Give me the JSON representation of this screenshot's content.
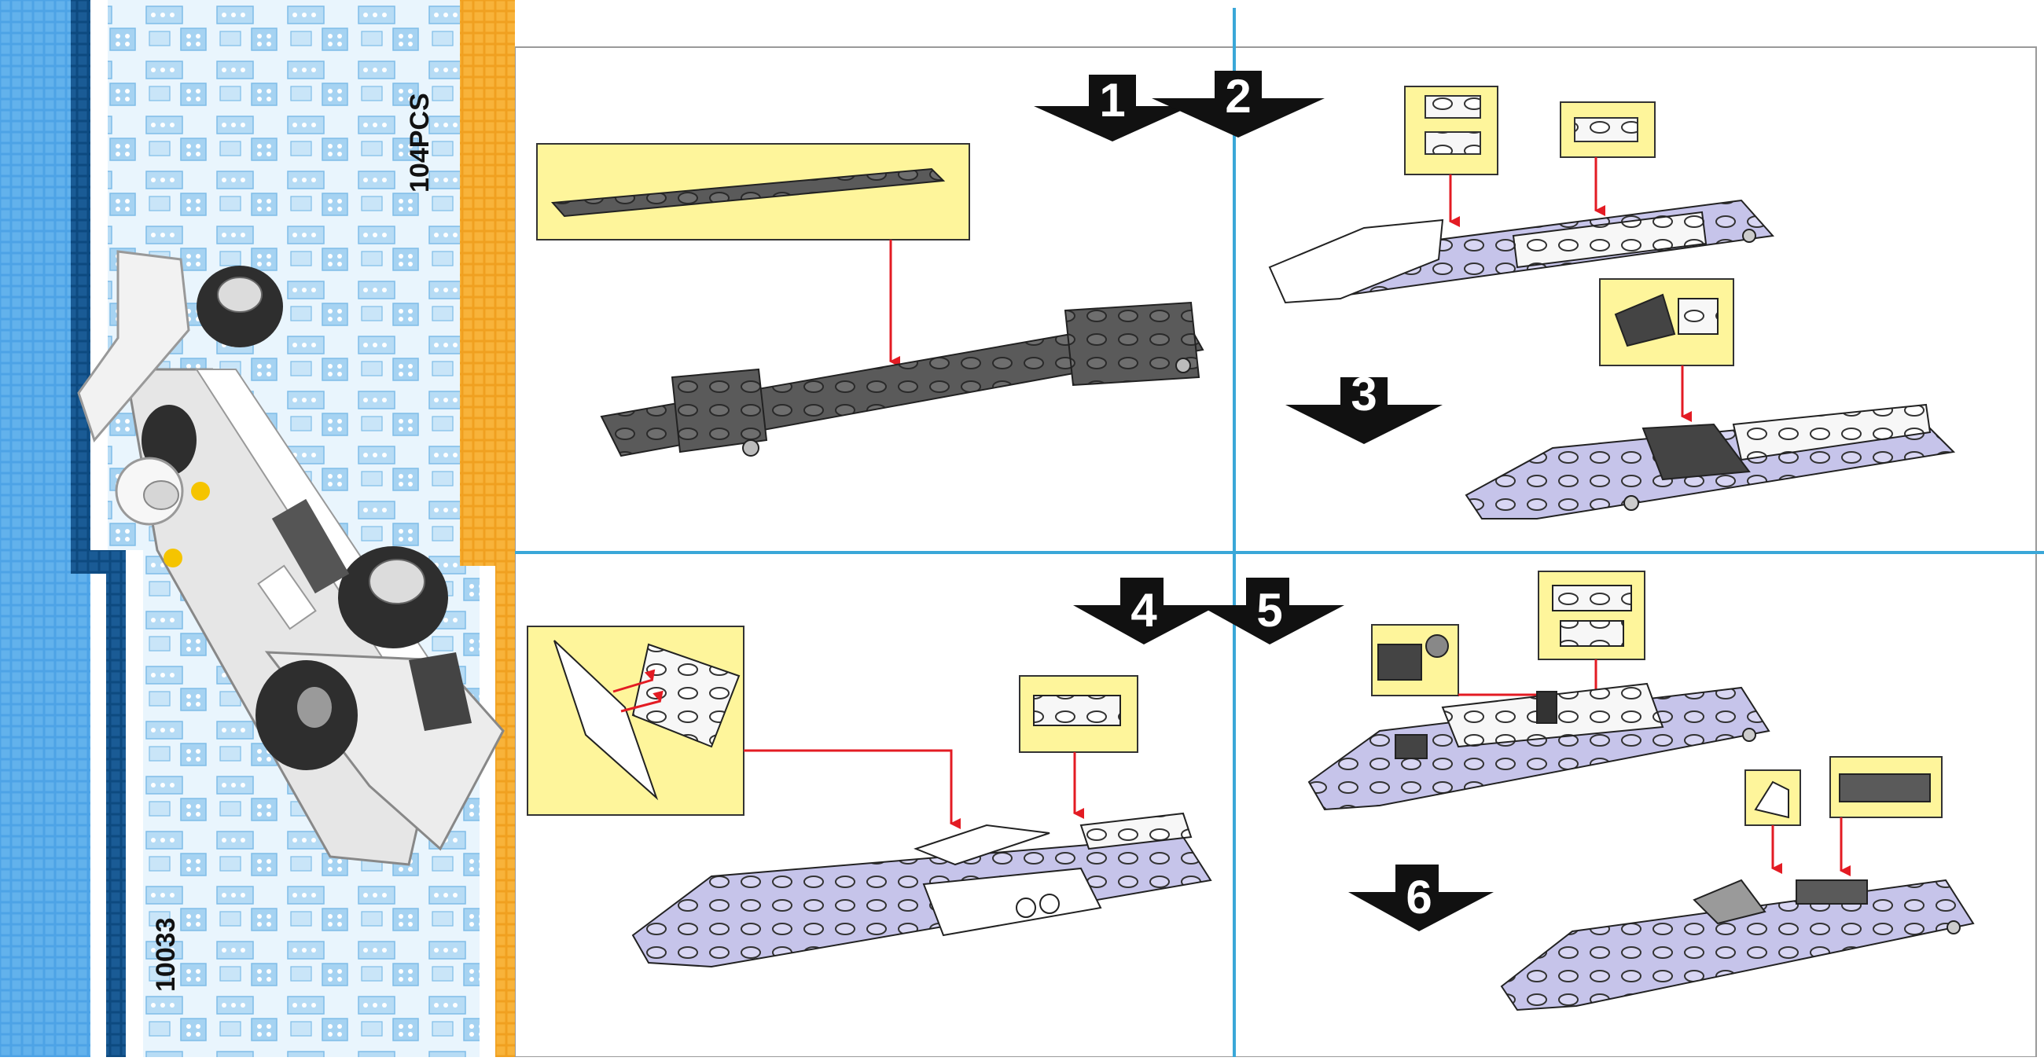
{
  "cover": {
    "model_number": "10033",
    "piece_count": "104PCS"
  },
  "steps": [
    {
      "number": "1"
    },
    {
      "number": "2"
    },
    {
      "number": "3"
    },
    {
      "number": "4"
    },
    {
      "number": "5"
    },
    {
      "number": "6"
    }
  ],
  "colors": {
    "cover_blue": "#4da3e6",
    "cover_navy": "#0d4a80",
    "cover_orange": "#f5a623",
    "divider_blue": "#3aa7d8",
    "callout_yellow": "#fef59b",
    "arrow_red": "#e31b23",
    "brick_dark": "#4a4a4a",
    "brick_lavender": "#c6c4ea"
  }
}
